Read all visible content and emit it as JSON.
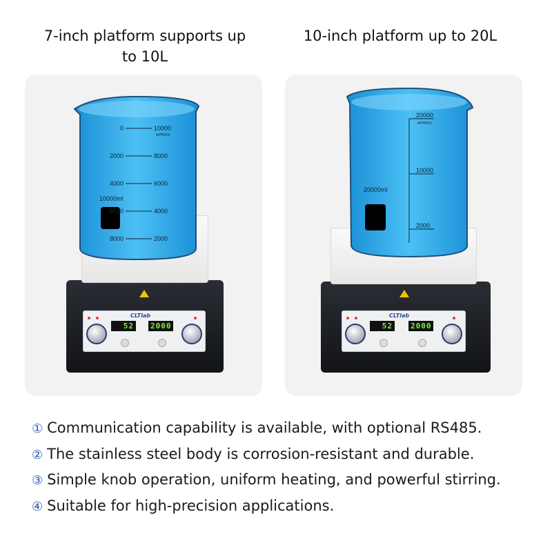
{
  "products": [
    {
      "title": "7-inch platform supports up to 10L",
      "beaker_volume": "10000ml",
      "scale_left": [
        "0",
        "2000",
        "4000",
        "6000",
        "8000"
      ],
      "scale_right": [
        "10000",
        "8000",
        "6000",
        "4000",
        "2000"
      ],
      "approx": "APPROX",
      "brand": "CLTlab",
      "display_temp": "52",
      "display_speed": "2000"
    },
    {
      "title": "10-inch platform up to 20L",
      "beaker_volume": "20000ml",
      "scale_right": [
        "20000",
        "10000",
        "2000"
      ],
      "approx": "APPROX",
      "brand": "CLTlab",
      "display_temp": "52",
      "display_speed": "2000"
    }
  ],
  "features": [
    {
      "num": "①",
      "text": "Communication capability is available, with optional RS485."
    },
    {
      "num": "②",
      "text": "The stainless steel body is corrosion-resistant and durable."
    },
    {
      "num": "③",
      "text": "Simple knob operation, uniform heating, and powerful stirring."
    },
    {
      "num": "④",
      "text": "Suitable for high-precision applications."
    }
  ]
}
